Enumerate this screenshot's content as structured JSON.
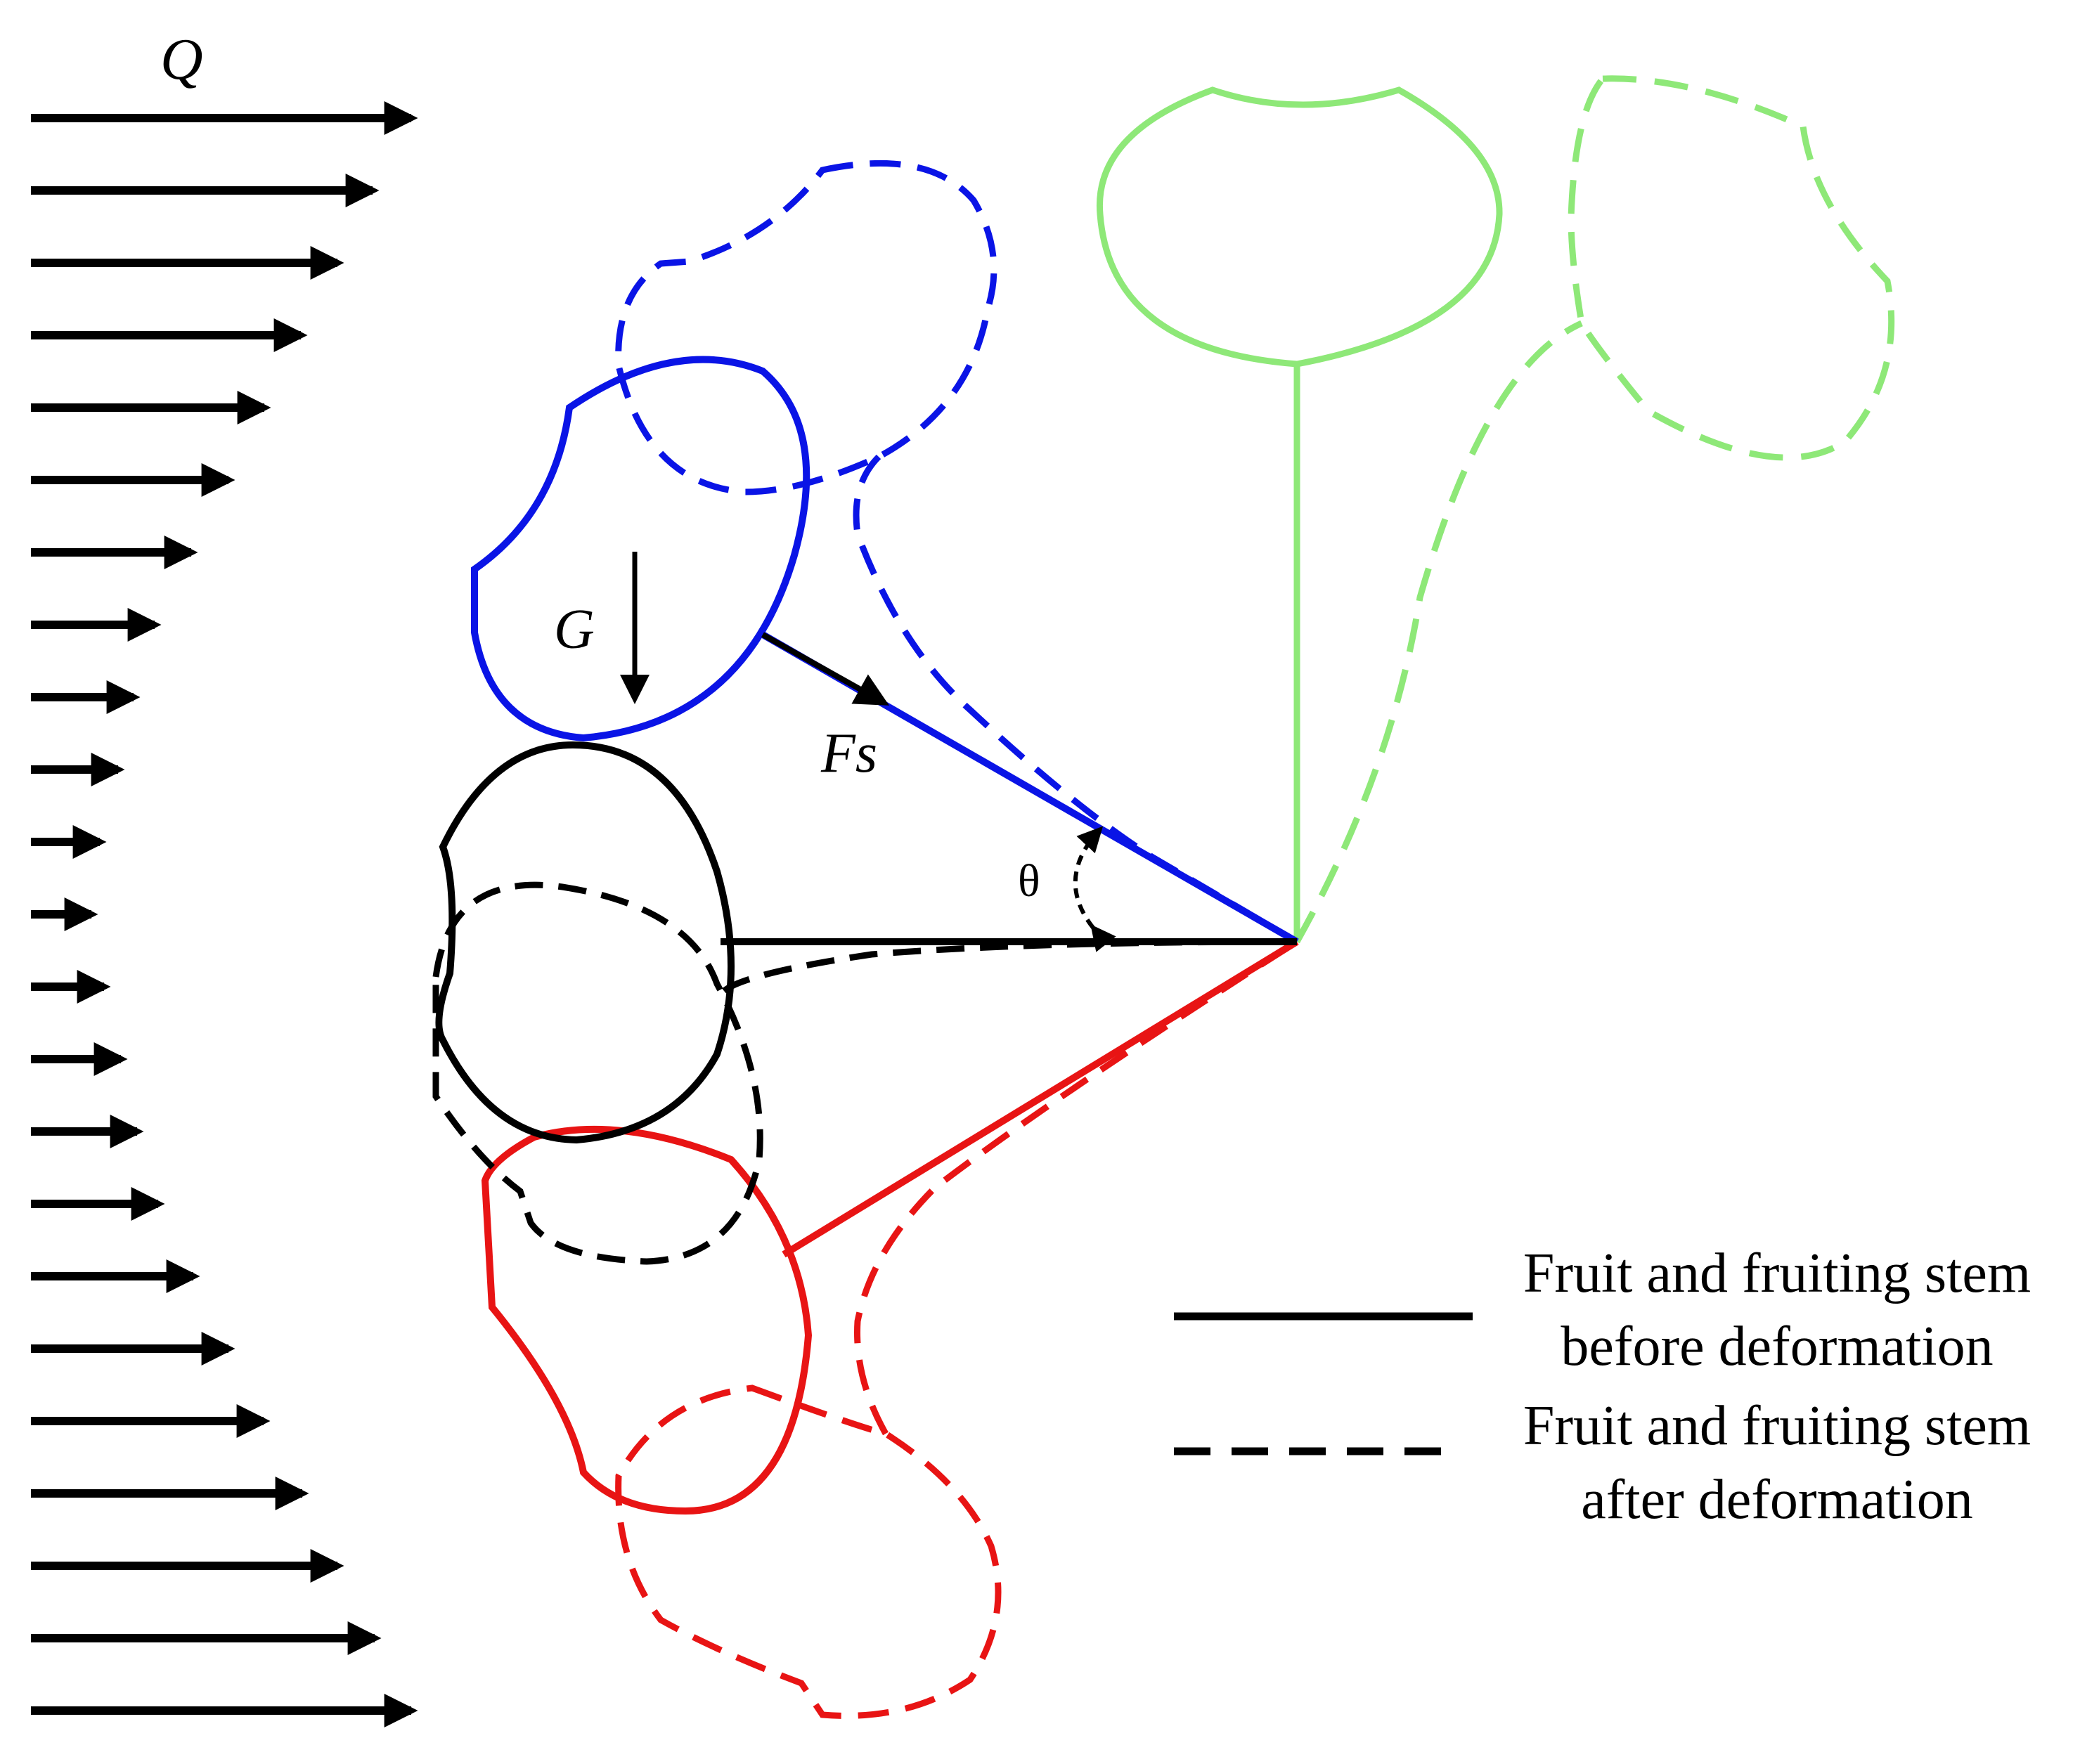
{
  "labels": {
    "flow": "Q",
    "gravity": "G",
    "stem_force": "Fs",
    "angle": "θ"
  },
  "legend": {
    "solid_line1": "Fruit and fruiting stem",
    "solid_line2": "before deformation",
    "dashed_line1": "Fruit and fruiting stem",
    "dashed_line2": "after deformation"
  },
  "colors": {
    "black": "#000000",
    "blue": "#0a14e6",
    "red": "#e81414",
    "green": "#8ee878"
  }
}
